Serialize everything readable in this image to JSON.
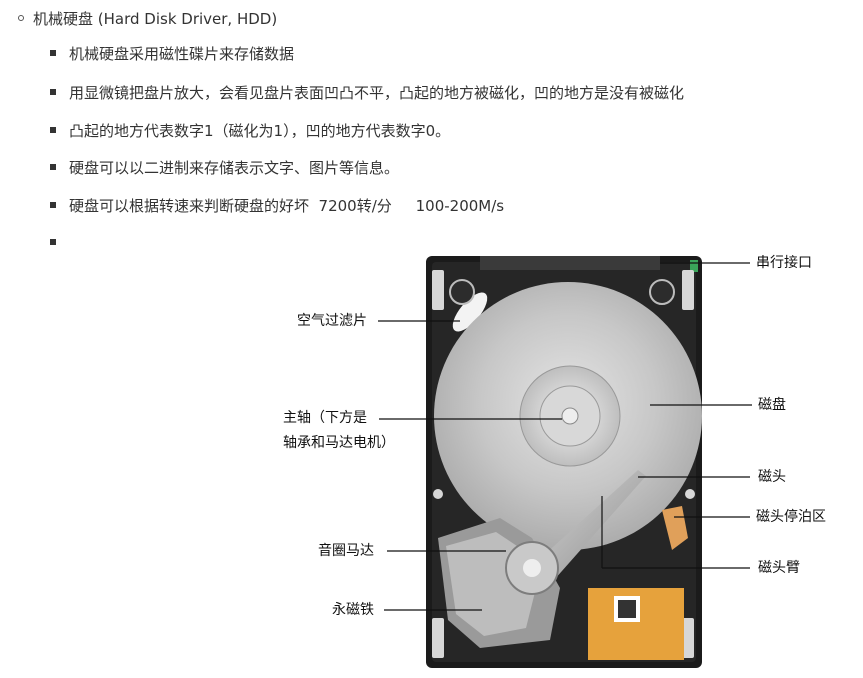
{
  "outer_item": {
    "label": "机械硬盘 (Hard Disk Driver, HDD)"
  },
  "sub_items": [
    {
      "text": "机械硬盘采用磁性碟片来存储数据"
    },
    {
      "text": "用显微镜把盘片放大，会看见盘片表面凹凸不平，凸起的地方被磁化，凹的地方是没有被磁化"
    },
    {
      "text": "凸起的地方代表数字1（磁化为1），凹的地方代表数字0。"
    },
    {
      "text": "硬盘可以以二进制来存储表示文字、图片等信息。"
    },
    {
      "text": "硬盘可以根据转速来判断硬盘的好坏  7200转/分     100-200M/s"
    },
    {
      "text": ""
    }
  ],
  "diagram": {
    "labels": {
      "serial_interface": "串行接口",
      "air_filter": "空气过滤片",
      "spindle_line1": "主轴（下方是",
      "spindle_line2": "轴承和马达电机）",
      "platter": "磁盘",
      "head": "磁头",
      "head_parking": "磁头停泊区",
      "voice_coil_motor": "音圈马达",
      "head_arm": "磁头臂",
      "permanent_magnet": "永磁铁"
    }
  }
}
